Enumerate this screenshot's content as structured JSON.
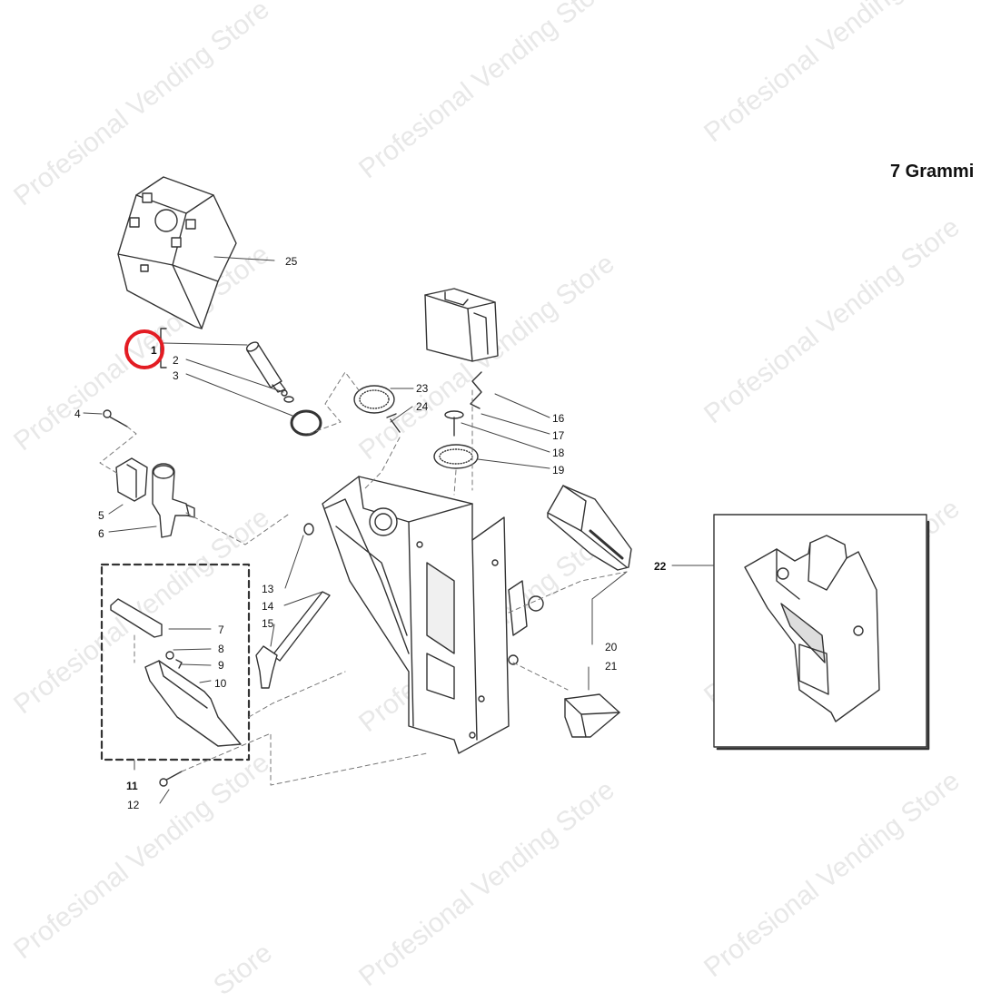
{
  "title": "7 Grammi",
  "watermark": {
    "text": "Profesional Vending Store",
    "partial_text": "Store"
  },
  "highlight": {
    "callout": "1",
    "color": "#e31c23"
  },
  "callouts": {
    "c1": "1",
    "c2": "2",
    "c3": "3",
    "c4": "4",
    "c5": "5",
    "c6": "6",
    "c7": "7",
    "c8": "8",
    "c9": "9",
    "c10": "10",
    "c11": "11",
    "c12": "12",
    "c13": "13",
    "c14": "14",
    "c15": "15",
    "c16": "16",
    "c17": "17",
    "c18": "18",
    "c19": "19",
    "c20": "20",
    "c21": "21",
    "c22": "22",
    "c23": "23",
    "c24": "24",
    "c25": "25"
  },
  "colors": {
    "line": "#333333",
    "dash": "#777777",
    "part_fill": "#ffffff",
    "shade": "#e9e9e9"
  }
}
